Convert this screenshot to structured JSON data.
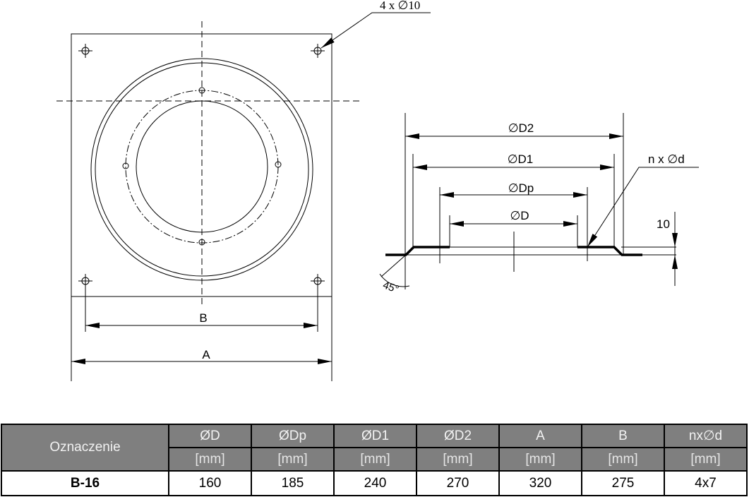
{
  "plan_view": {
    "holes_label": "4 x ∅10",
    "dim_b": "B",
    "dim_a": "A"
  },
  "side_view": {
    "d2": "∅D2",
    "d1": "∅D1",
    "dp": "∅Dp",
    "d": "∅D",
    "holes": "n x ∅d",
    "height": "10",
    "angle": "45°"
  },
  "table": {
    "name_header": "Oznaczenie",
    "columns": [
      "ØD",
      "ØDp",
      "ØD1",
      "ØD2",
      "A",
      "B",
      "nx∅d"
    ],
    "units": [
      "[mm]",
      "[mm]",
      "[mm]",
      "[mm]",
      "[mm]",
      "[mm]",
      "[mm]"
    ],
    "rows": [
      {
        "name": "B-16",
        "values": [
          "160",
          "185",
          "240",
          "270",
          "320",
          "275",
          "4x7"
        ]
      }
    ]
  }
}
